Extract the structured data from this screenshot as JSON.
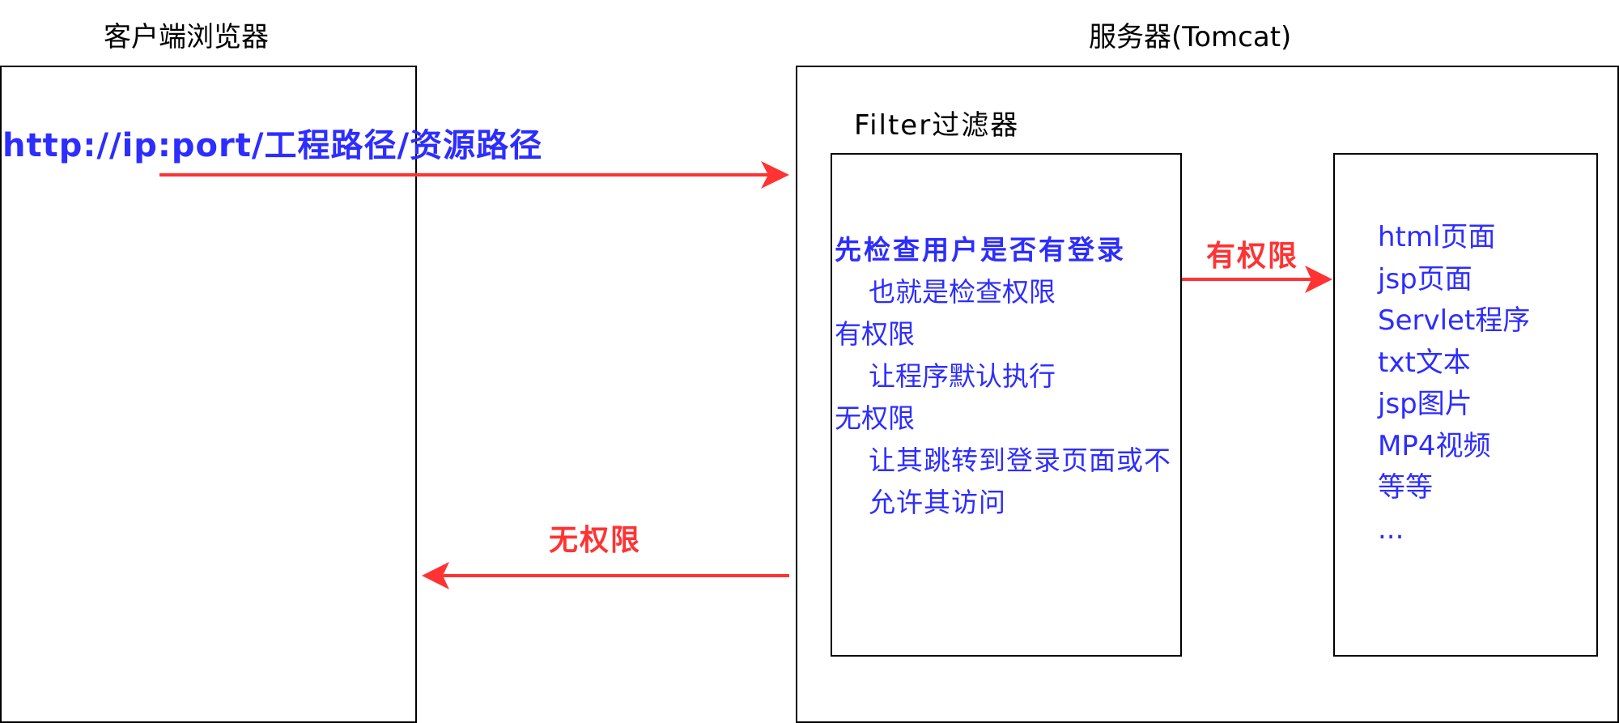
{
  "client": {
    "title": "客户端浏览器",
    "url": "http://ip:port/工程路径/资源路径"
  },
  "server": {
    "title": "服务器(Tomcat)",
    "filter_title": "Filter过滤器",
    "filter_lines": [
      "先检查用户是否有登录",
      "也就是检查权限",
      "有权限",
      "让程序默认执行",
      "无权限",
      "让其跳转到登录页面或不允许其访问"
    ],
    "resources": [
      "html页面",
      "jsp页面",
      "Servlet程序",
      "txt文本",
      "jsp图片",
      "MP4视频",
      "等等",
      "..."
    ]
  },
  "arrows": {
    "has_permission": "有权限",
    "no_permission": "无权限"
  },
  "colors": {
    "arrow": "#ff3333",
    "text_blue": "#2d2dff",
    "border": "#000000"
  }
}
